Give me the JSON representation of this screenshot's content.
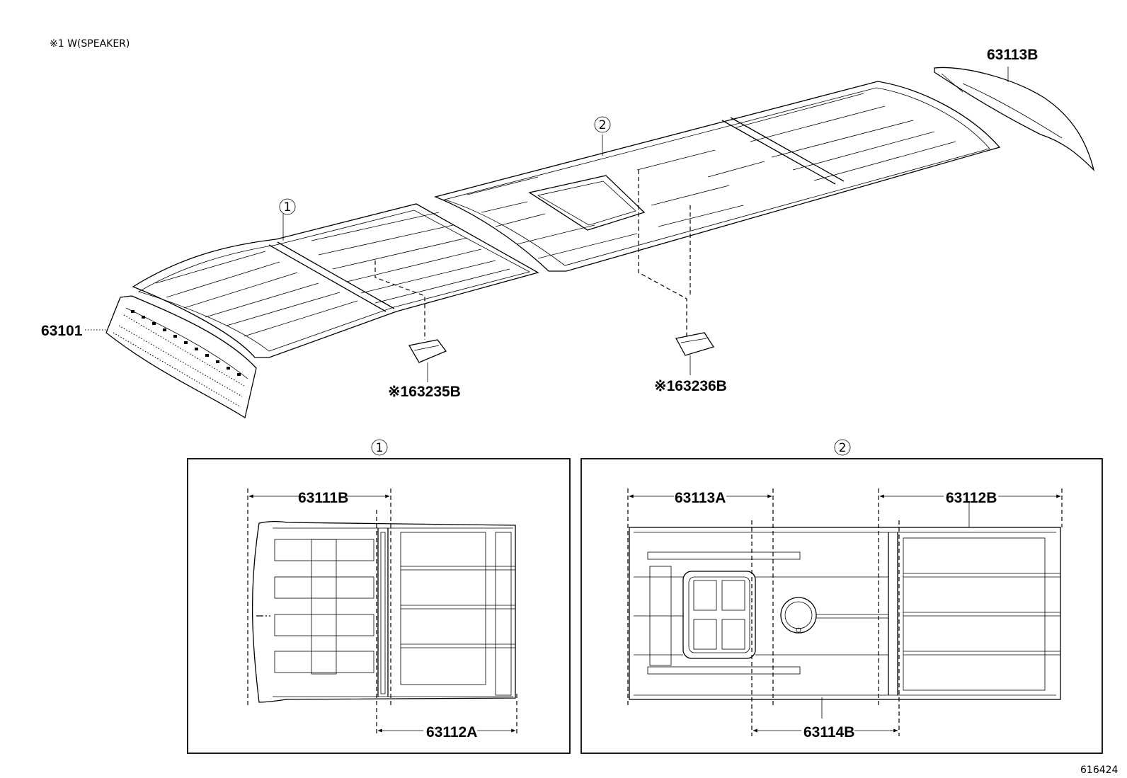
{
  "note": "※1 W(SPEAKER)",
  "figure_number": "616424",
  "callouts": {
    "detail_1": "①",
    "detail_2": "②"
  },
  "parts": {
    "p63101": "63101",
    "p63113B": "63113B",
    "p63235B": "※163235B",
    "p63236B": "※163236B",
    "p63111B": "63111B",
    "p63112A": "63112A",
    "p63113A": "63113A",
    "p63112B": "63112B",
    "p63114B": "63114B"
  }
}
